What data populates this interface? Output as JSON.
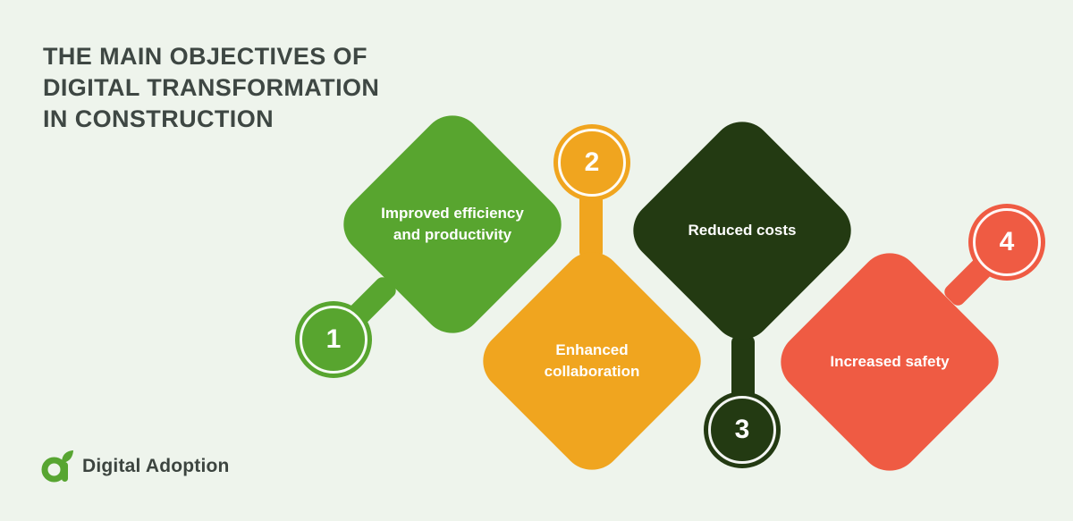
{
  "background": "#eef4ec",
  "title": "THE MAIN OBJECTIVES OF\nDIGITAL TRANSFORMATION\nIN CONSTRUCTION",
  "title_color": "#3e4743",
  "items": [
    {
      "number": "1",
      "label": "Improved efficiency and productivity",
      "color": "#58a52f"
    },
    {
      "number": "2",
      "label": "Enhanced collaboration",
      "color": "#f0a51f"
    },
    {
      "number": "3",
      "label": "Reduced costs",
      "color": "#233a12"
    },
    {
      "number": "4",
      "label": "Increased safety",
      "color": "#ef5b43"
    }
  ],
  "logo": {
    "text": "Digital Adoption",
    "color": "#57a531"
  }
}
